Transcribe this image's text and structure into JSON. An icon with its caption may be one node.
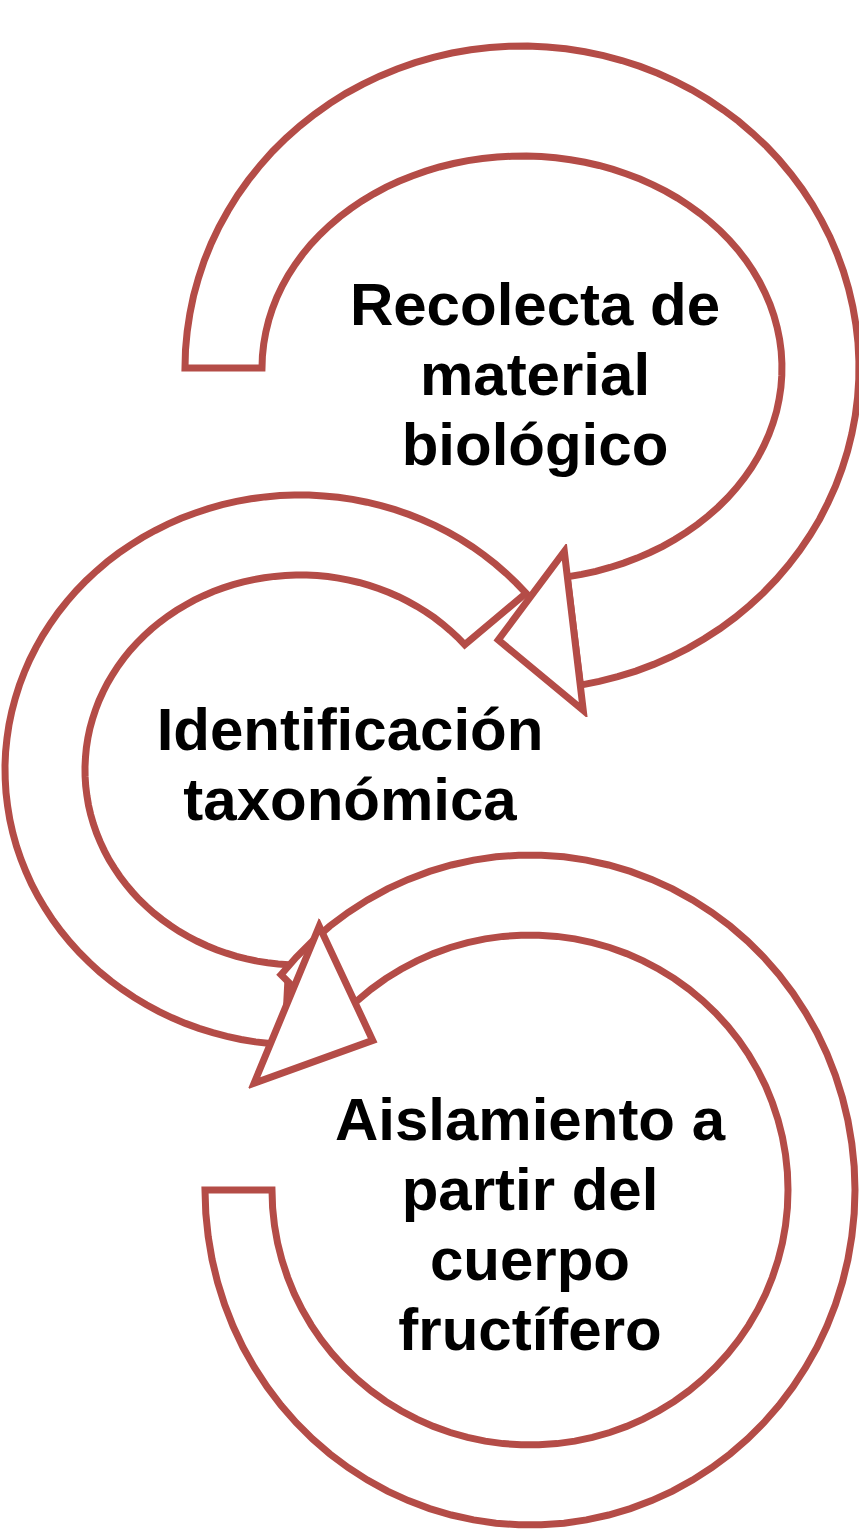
{
  "diagram": {
    "nodes": [
      {
        "text": [
          "Recolecta de material biológico"
        ]
      },
      {
        "text": [
          "Identificación taxonómica"
        ]
      },
      {
        "text": [
          "Aislamiento a partir del cuerpo fructífero"
        ]
      }
    ],
    "edges": [
      {
        "from": 0,
        "to": 1,
        "arrow": "to"
      },
      {
        "from": 1,
        "to": 2,
        "arrow": "to"
      }
    ]
  }
}
